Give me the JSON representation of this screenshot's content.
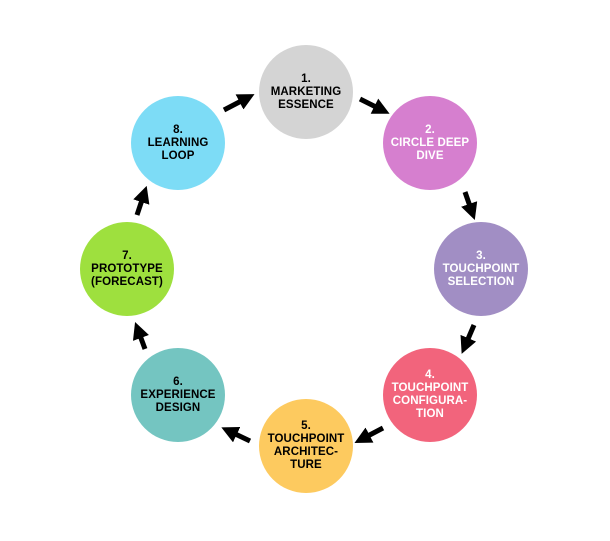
{
  "steps": [
    {
      "label": "1.\nMARKETING\nESSENCE",
      "color": "#d4d4d4",
      "text_color": "#000000"
    },
    {
      "label": "2.\nCIRCLE DEEP\nDIVE",
      "color": "#d67fcf",
      "text_color": "#ffffff"
    },
    {
      "label": "3.\nTOUCHPOINT\nSELECTION",
      "color": "#a18ec4",
      "text_color": "#ffffff"
    },
    {
      "label": "4.\nTOUCHPOINT\nCONFIGURA-\nTION",
      "color": "#f2647c",
      "text_color": "#ffffff"
    },
    {
      "label": "5.\nTOUCHPOINT\nARCHITEC-\nTURE",
      "color": "#fdca5f",
      "text_color": "#000000"
    },
    {
      "label": "6.\nEXPERIENCE\nDESIGN",
      "color": "#74c5c1",
      "text_color": "#000000"
    },
    {
      "label": "7.\nPROTOTYPE\n(FORECAST)",
      "color": "#9ee03e",
      "text_color": "#000000"
    },
    {
      "label": "8.\nLEARNING\nLOOP",
      "color": "#7ddcf6",
      "text_color": "#000000"
    }
  ],
  "arrow_color": "#000000"
}
